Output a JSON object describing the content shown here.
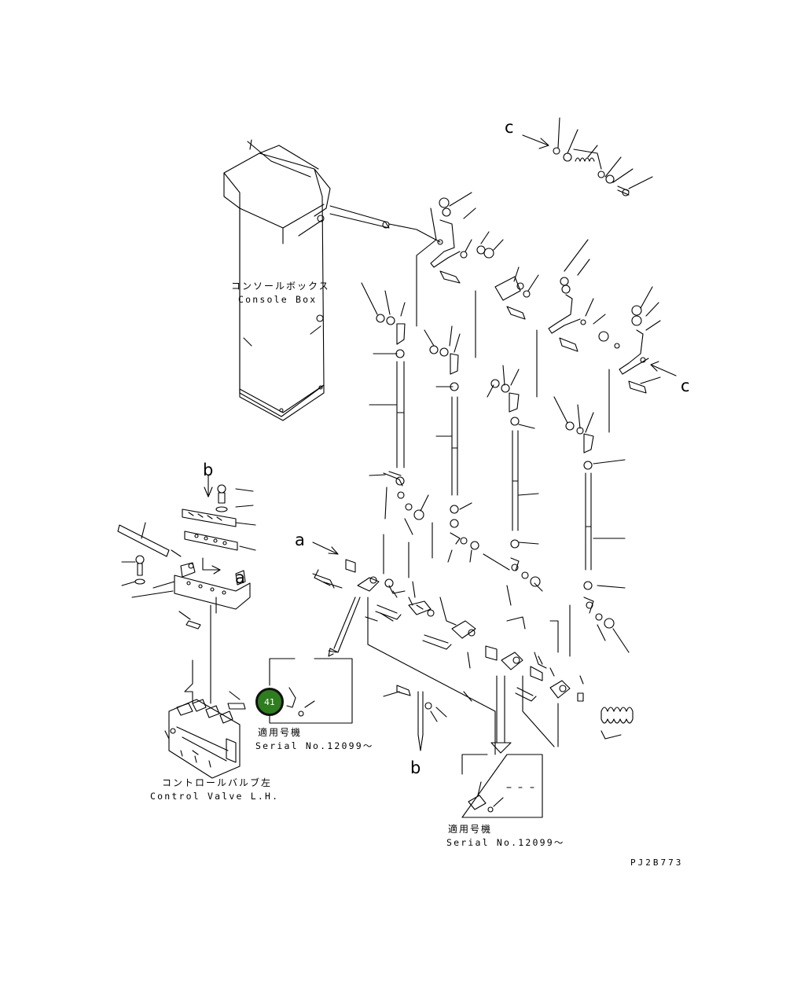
{
  "labels": {
    "console_box_jp": "コンソールボックス",
    "console_box_en": "Console Box",
    "control_valve_jp": "コントロールバルブ左",
    "control_valve_en": "Control Valve L.H.",
    "serial_jp_1": "適用号機",
    "serial_en_1": "Serial No.12099～",
    "serial_jp_2": "適用号機",
    "serial_en_2": "Serial No.12099～",
    "ref_a1": "a",
    "ref_a2": "a",
    "ref_b1": "b",
    "ref_b2": "b",
    "ref_c1": "c",
    "ref_c2": "c",
    "drawing_code": "PJ2B773"
  },
  "badge": {
    "text": "41",
    "color": "#2e7d1e"
  }
}
